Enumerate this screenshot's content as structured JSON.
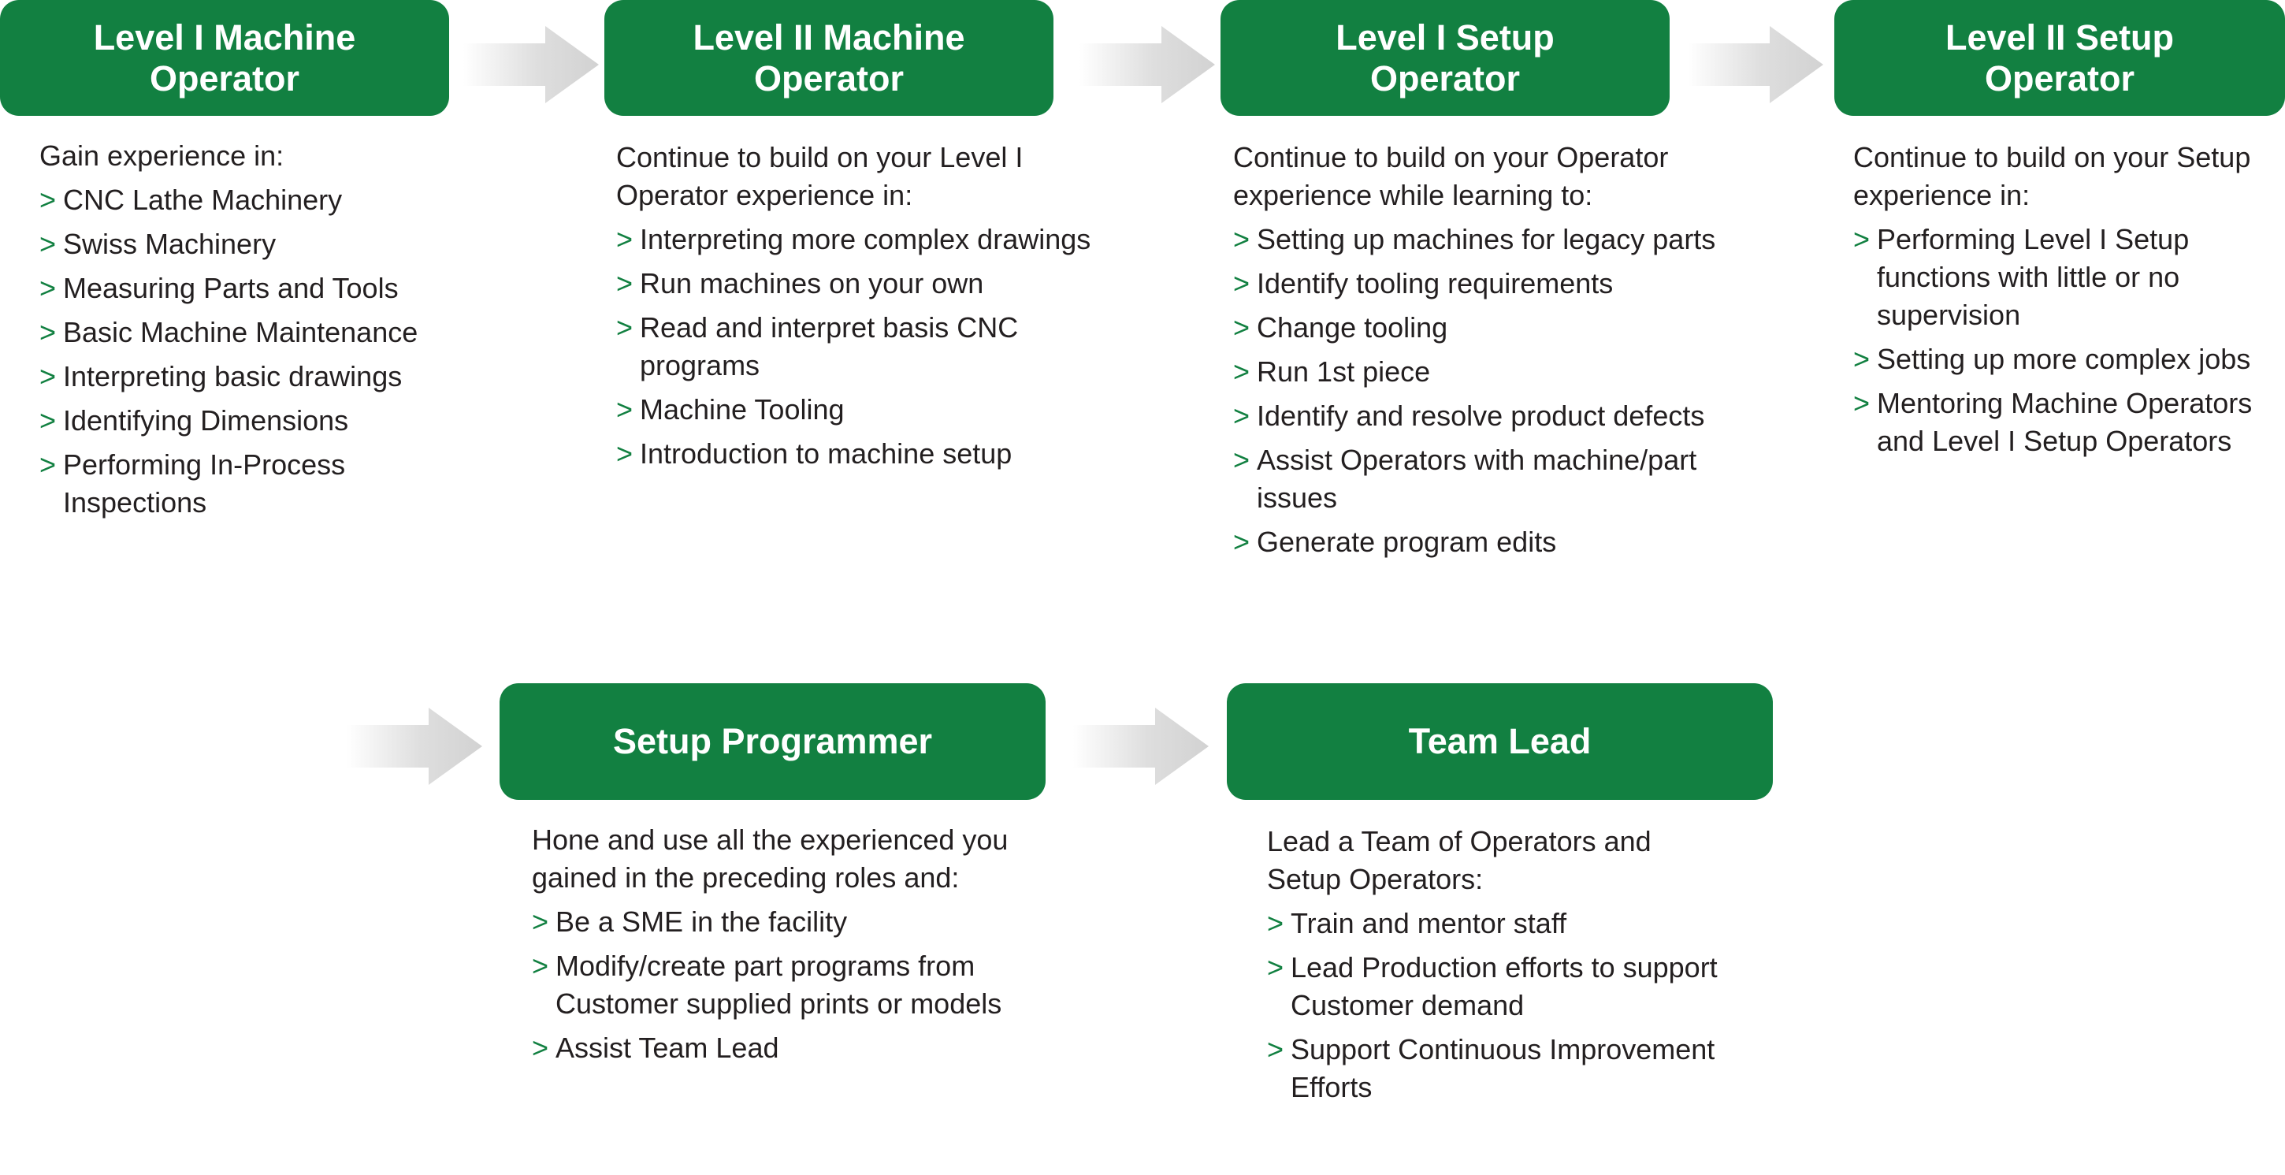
{
  "roles": [
    {
      "title_lines": [
        "Level I Machine",
        "Operator"
      ],
      "intro_lines": [
        "Gain experience in:"
      ],
      "items": [
        "CNC Lathe Machinery",
        "Swiss Machinery",
        "Measuring Parts and Tools",
        "Basic Machine Maintenance",
        "Interpreting basic drawings",
        "Identifying Dimensions",
        "Performing In-Process Inspections"
      ]
    },
    {
      "title_lines": [
        "Level II Machine",
        "Operator"
      ],
      "intro_lines": [
        "Continue to build on your Level I",
        "Operator experience in:"
      ],
      "items": [
        "Interpreting more complex drawings",
        "Run machines on your own",
        "Read and interpret basis CNC programs",
        "Machine Tooling",
        "Introduction to machine setup"
      ]
    },
    {
      "title_lines": [
        "Level I Setup",
        "Operator"
      ],
      "intro_lines": [
        "Continue to build on your Operator",
        "experience while learning to:"
      ],
      "items": [
        "Setting up machines for legacy parts",
        "Identify tooling requirements",
        "Change tooling",
        "Run 1st piece",
        "Identify and resolve product defects",
        "Assist Operators with machine/part issues",
        "Generate program edits"
      ]
    },
    {
      "title_lines": [
        "Level II Setup",
        "Operator"
      ],
      "intro_lines": [
        "Continue to build on your Setup",
        "experience in:"
      ],
      "items": [
        "Performing Level I Setup functions with little or no supervision",
        "Setting up more complex jobs",
        "Mentoring Machine Operators and Level I Setup Operators"
      ]
    },
    {
      "title_lines": [
        "Setup Programmer"
      ],
      "intro_lines": [
        "Hone and use all the experienced you",
        "gained in the preceding roles and:"
      ],
      "items": [
        "Be a SME in the facility",
        "Modify/create part programs from Customer supplied prints or models",
        "Assist Team Lead"
      ]
    },
    {
      "title_lines": [
        "Team Lead"
      ],
      "intro_lines": [
        "Lead a Team of Operators and",
        "Setup Operators:"
      ],
      "items": [
        "Train and mentor staff",
        "Lead Production efforts to support Customer demand",
        "Support Continuous Improvement Efforts"
      ]
    }
  ],
  "colors": {
    "box": "#128041",
    "bullet": "#128041",
    "arrow": "#d9d9d9",
    "text": "#231f20"
  }
}
